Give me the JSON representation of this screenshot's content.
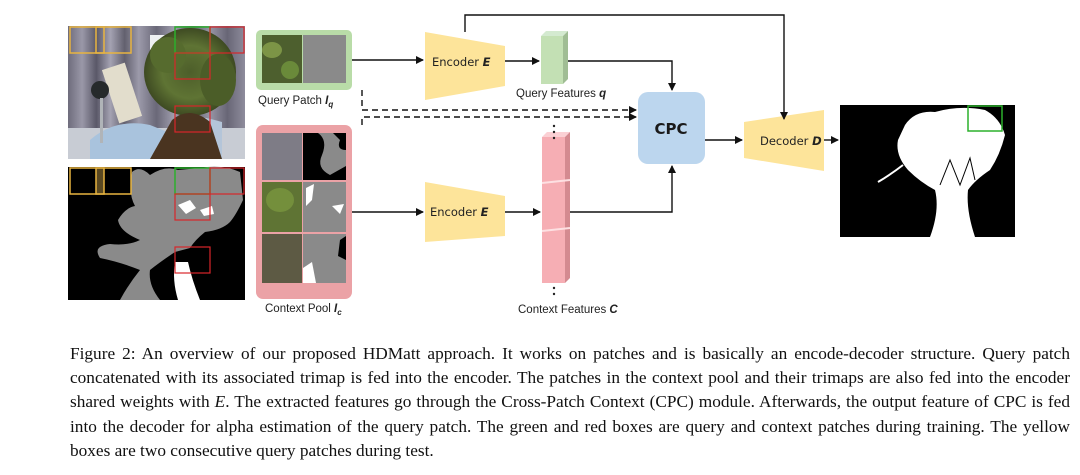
{
  "figure": {
    "labels": {
      "query_patch": "Query Patch ",
      "query_patch_sym": "I",
      "query_patch_sub": "q",
      "context_pool": "Context Pool ",
      "context_pool_sym": "I",
      "context_pool_sub": "c",
      "encoder_top": "Encoder ",
      "encoder_top_sym": "E",
      "encoder_bottom": "Encoder ",
      "encoder_bottom_sym": "E",
      "query_features": "Query Features ",
      "query_features_sym": "q",
      "context_features": "Context Features ",
      "context_features_sym": "C",
      "cpc": "CPC",
      "decoder": "Decoder ",
      "decoder_sym": "D"
    },
    "colors": {
      "query_green": "#b9dca8",
      "context_red": "#eba2a6",
      "encoder_yellow": "#fde49a",
      "cpc_blue": "#bcd6ee",
      "feature_green": "#c3e0b4",
      "feature_red": "#f6aeb4",
      "box_yellow": "#e8b440",
      "box_green": "#2cb02c",
      "box_red": "#d8262a"
    }
  },
  "caption": {
    "prefix": "Figure 2: An overview of our proposed HDMatt approach. It works on patches and is basically an encode-decoder structure. Query patch concatenated with its associated trimap is fed into the encoder. The patches in the context pool and their trimaps are also fed into the encoder shared weights with ",
    "symbol": "E",
    "suffix": ". The extracted features go through the Cross-Patch Context (CPC) module. Afterwards, the output feature of CPC is fed into the decoder for alpha estimation of the query patch. The green and red boxes are query and context patches during training. The yellow boxes are two consecutive query patches during test."
  }
}
